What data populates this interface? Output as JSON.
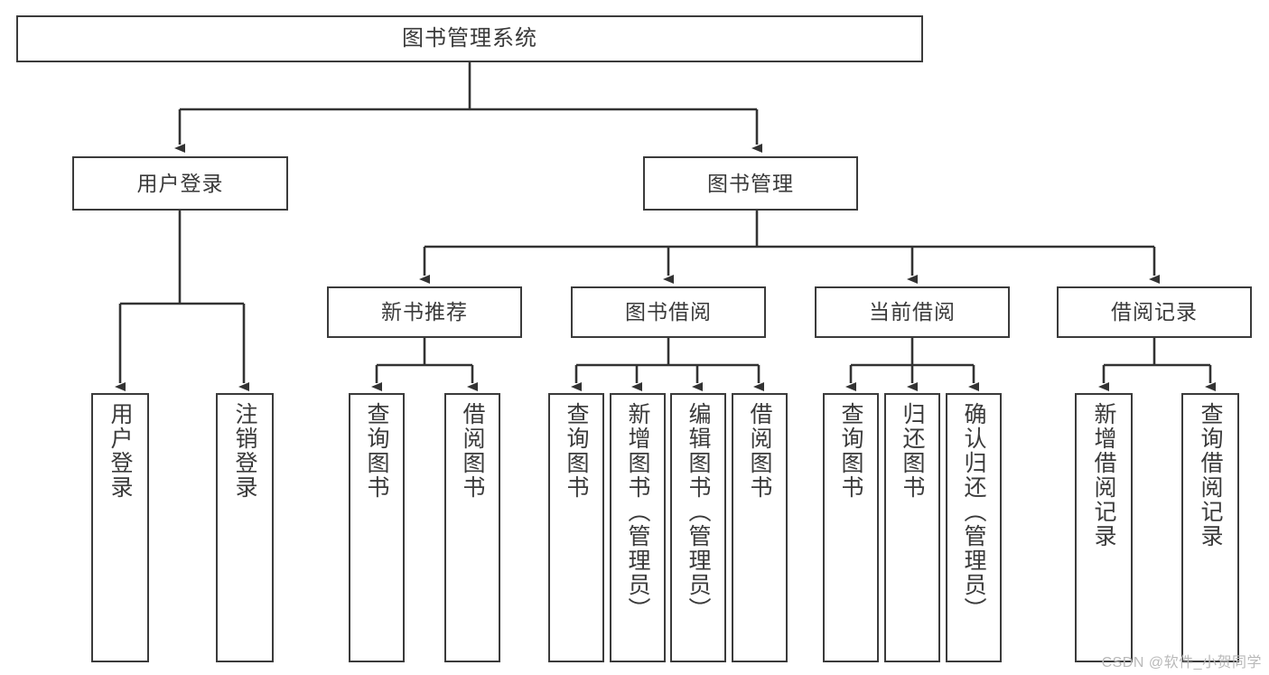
{
  "diagram": {
    "title": "图书管理系统",
    "type": "tree-hierarchy",
    "watermark": "CSDN @软件_小贺同学",
    "colors": {
      "box_border": "#3b3b3b",
      "box_fill": "#ffffff",
      "text": "#3a3a3a",
      "edge": "#333333",
      "background": "#ffffff",
      "watermark": "#b9b9b9"
    },
    "root": {
      "id": "root",
      "label": "图书管理系统"
    },
    "level1": [
      {
        "id": "user-login",
        "label": "用户登录"
      },
      {
        "id": "book-manage",
        "label": "图书管理"
      }
    ],
    "level2": [
      {
        "id": "new-book-rec",
        "label": "新书推荐",
        "parent": "book-manage"
      },
      {
        "id": "book-borrow",
        "label": "图书借阅",
        "parent": "book-manage"
      },
      {
        "id": "current-borrow",
        "label": "当前借阅",
        "parent": "book-manage"
      },
      {
        "id": "borrow-record",
        "label": "借阅记录",
        "parent": "book-manage"
      }
    ],
    "leaves": [
      {
        "id": "leaf-user-login",
        "label": "用户登录",
        "parent": "user-login"
      },
      {
        "id": "leaf-logout",
        "label": "注销登录",
        "parent": "user-login"
      },
      {
        "id": "leaf-query-book-1",
        "label": "查询图书",
        "parent": "new-book-rec"
      },
      {
        "id": "leaf-borrow-book-1",
        "label": "借阅图书",
        "parent": "new-book-rec"
      },
      {
        "id": "leaf-query-book-2",
        "label": "查询图书",
        "parent": "book-borrow"
      },
      {
        "id": "leaf-add-book",
        "label": "新增图书（管理员）",
        "parent": "book-borrow"
      },
      {
        "id": "leaf-edit-book",
        "label": "编辑图书（管理员）",
        "parent": "book-borrow"
      },
      {
        "id": "leaf-borrow-book-2",
        "label": "借阅图书",
        "parent": "book-borrow"
      },
      {
        "id": "leaf-query-book-3",
        "label": "查询图书",
        "parent": "current-borrow"
      },
      {
        "id": "leaf-return-book",
        "label": "归还图书",
        "parent": "current-borrow"
      },
      {
        "id": "leaf-confirm-return",
        "label": "确认归还（管理员）",
        "parent": "current-borrow"
      },
      {
        "id": "leaf-add-record",
        "label": "新增借阅记录",
        "parent": "borrow-record"
      },
      {
        "id": "leaf-query-record",
        "label": "查询借阅记录",
        "parent": "borrow-record"
      }
    ]
  }
}
